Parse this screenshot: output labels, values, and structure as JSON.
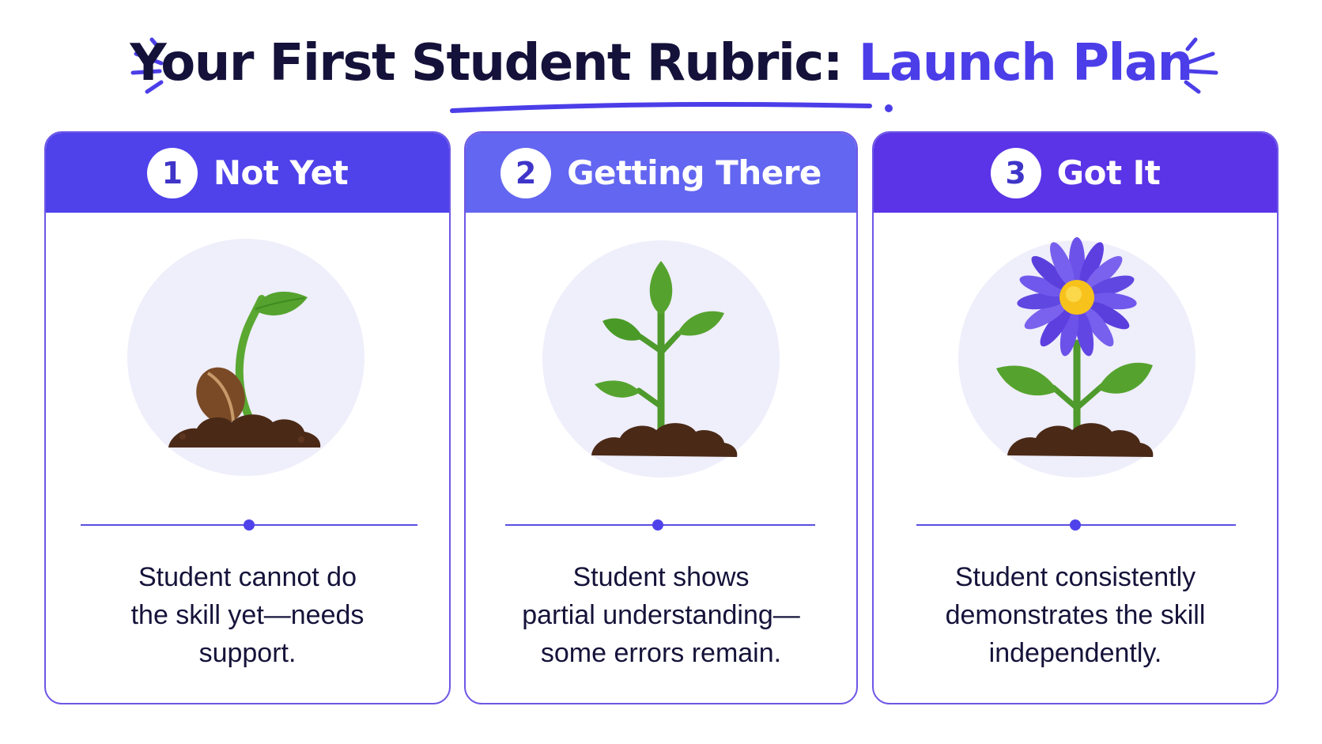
{
  "title": {
    "main": "Your First Student Rubric:",
    "accent": "Launch Plan"
  },
  "colors": {
    "title_text": "#14123a",
    "accent": "#4b3ee8",
    "card_border": "#6e57e6",
    "header_1": "#4f42ea",
    "header_2": "#6366f0",
    "header_3": "#5a34e6",
    "leaf_green": "#4e9a2c",
    "soil_brown": "#4a2a17",
    "flower_purple": "#6a4ee8",
    "flower_center": "#f7c21c"
  },
  "cards": [
    {
      "number": "1",
      "label": "Not Yet",
      "icon": "sprouting-seed-icon",
      "description": [
        "Student cannot do",
        "the skill yet—needs",
        "support."
      ]
    },
    {
      "number": "2",
      "label": "Getting There",
      "icon": "young-plant-icon",
      "description": [
        "Student shows",
        "partial understanding—",
        "some errors remain."
      ]
    },
    {
      "number": "3",
      "label": "Got It",
      "icon": "blooming-flower-icon",
      "description": [
        "Student consistently",
        "demonstrates the skill",
        "independently."
      ]
    }
  ]
}
